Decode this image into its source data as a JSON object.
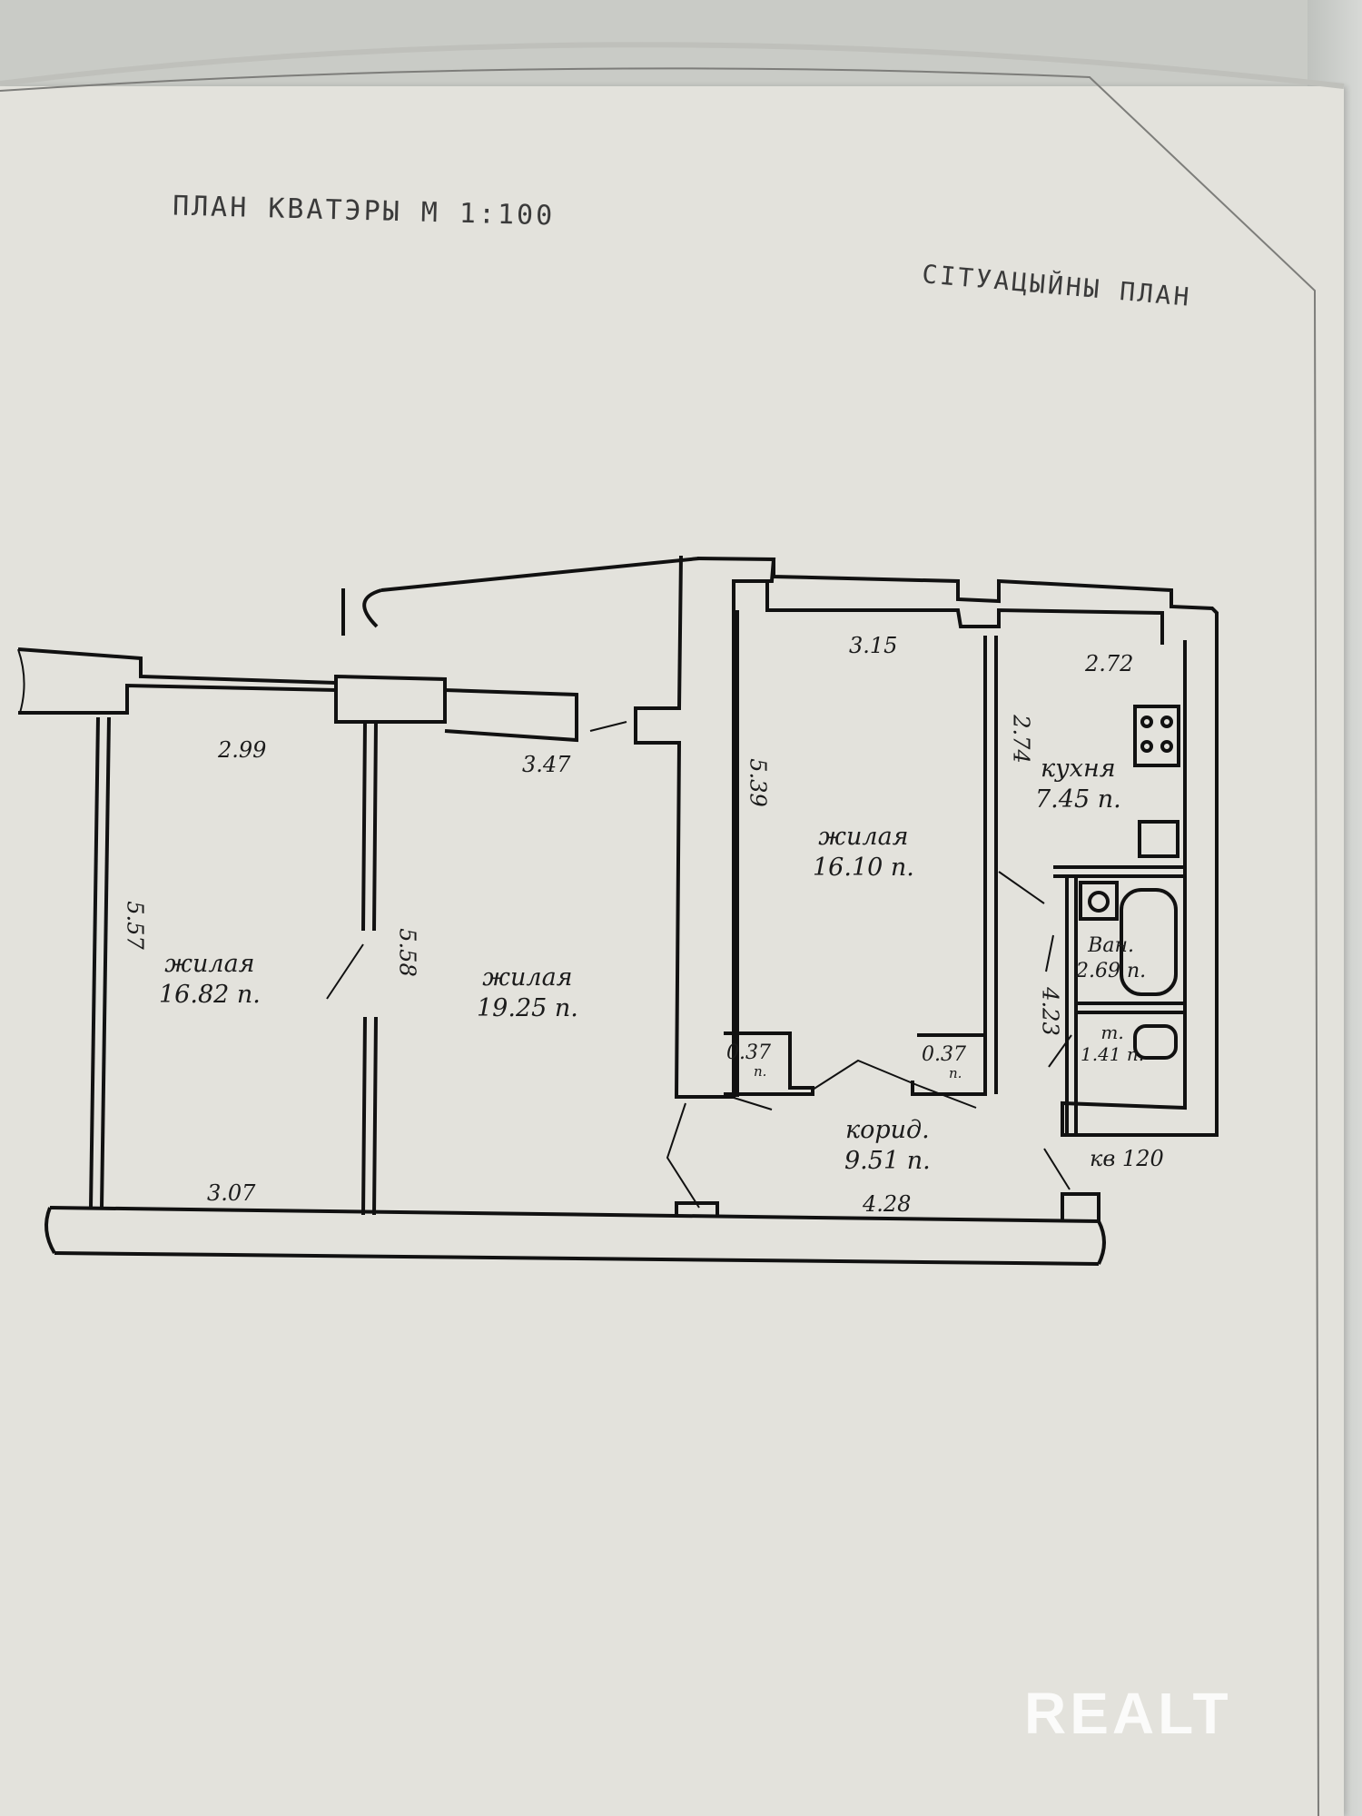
{
  "header": {
    "title": "ПЛАН КВАТЭРЫ М 1:100",
    "situational_plan": "СІТУАЦЫЙНЫ ПЛАН"
  },
  "rooms": [
    {
      "id": "living-left",
      "name": "жилая",
      "area": "16.82 п."
    },
    {
      "id": "living-mid",
      "name": "жилая",
      "area": "19.25 п."
    },
    {
      "id": "living-right",
      "name": "жилая",
      "area": "16.10 п."
    },
    {
      "id": "kitchen",
      "name": "кухня",
      "area": "7.45 п."
    },
    {
      "id": "bath",
      "name": "Ван.",
      "area": "2.69 п."
    },
    {
      "id": "toilet",
      "name": "т.",
      "area": "1.41 п."
    },
    {
      "id": "corridor",
      "name": "корид.",
      "area": "9.51 п."
    }
  ],
  "dimensions": {
    "left_top": "2.99",
    "left_height": "5.57",
    "left_bottom": "3.07",
    "mid_top": "3.47",
    "mid_height": "5.58",
    "right_top": "3.15",
    "right_height": "5.39",
    "kitchen_top": "2.72",
    "kitchen_height": "2.74",
    "bath_height": "4.23",
    "corridor_bottom": "4.28"
  },
  "closets": [
    {
      "area": "0.37",
      "unit": "п."
    },
    {
      "area": "0.37",
      "unit": "п."
    }
  ],
  "apartment_no": "кв 120",
  "watermark": "REALT"
}
